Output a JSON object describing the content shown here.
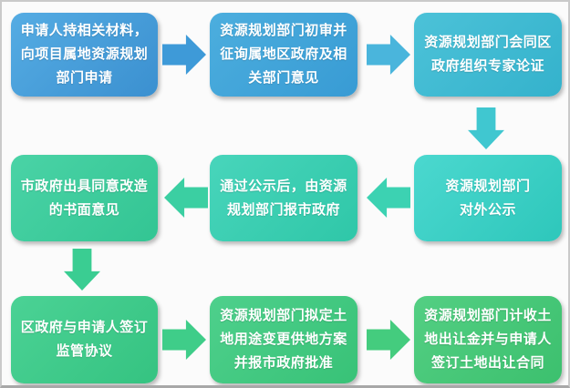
{
  "flowchart": {
    "description": "Serpentine 9-step approval process flowchart",
    "background_color": "#fbfbfb",
    "frame_border_color": "#cacaca",
    "text_color": "#ffffff",
    "steps": [
      {
        "id": 1,
        "lines": [
          "申请人持相关材料，",
          "向项目属地资源规划",
          "部门申请"
        ],
        "gradient": [
          "#55ace3",
          "#3b90d0"
        ]
      },
      {
        "id": 2,
        "lines": [
          "资源规划部门初审并",
          "征询属地区政府及相",
          "关部门意见"
        ],
        "gradient": [
          "#4caede",
          "#389bd4"
        ]
      },
      {
        "id": 3,
        "lines": [
          "资源规划部门会同区",
          "政府组织专家论证"
        ],
        "gradient": [
          "#4cc2d8",
          "#34b2cc"
        ]
      },
      {
        "id": 4,
        "lines": [
          "资源规划部门",
          "对外公示"
        ],
        "gradient": [
          "#4bd8cf",
          "#2ec7bb"
        ]
      },
      {
        "id": 5,
        "lines": [
          "通过公示后，由资源",
          "规划部门报市政府"
        ],
        "gradient": [
          "#48d5bb",
          "#2fc7a8"
        ]
      },
      {
        "id": 6,
        "lines": [
          "市政府出具同意改造",
          "的书面意见"
        ],
        "gradient": [
          "#4ad3a6",
          "#33c593"
        ]
      },
      {
        "id": 7,
        "lines": [
          "区政府与申请人签订",
          "监管协议"
        ],
        "gradient": [
          "#4bd295",
          "#35c381"
        ]
      },
      {
        "id": 8,
        "lines": [
          "资源规划部门拟定土",
          "地用途变更供地方案",
          "并报市政府批准"
        ],
        "gradient": [
          "#4ed08c",
          "#38c277"
        ]
      },
      {
        "id": 9,
        "lines": [
          "资源规划部门计收土",
          "地出让金并与申请人",
          "签订土地出让合同"
        ],
        "gradient": [
          "#53cf83",
          "#3cc06e"
        ]
      }
    ],
    "arrows": [
      {
        "from": 1,
        "to": 2,
        "direction": "right",
        "color": "#3e9ad8"
      },
      {
        "from": 2,
        "to": 3,
        "direction": "right",
        "color": "#4ab5dc"
      },
      {
        "from": 3,
        "to": 4,
        "direction": "down",
        "color": "#40c7d0"
      },
      {
        "from": 4,
        "to": 5,
        "direction": "left",
        "color": "#3cd2b2"
      },
      {
        "from": 5,
        "to": 6,
        "direction": "left",
        "color": "#3bcfa2"
      },
      {
        "from": 6,
        "to": 7,
        "direction": "down",
        "color": "#3acd92"
      },
      {
        "from": 7,
        "to": 8,
        "direction": "right",
        "color": "#3fcd89"
      },
      {
        "from": 8,
        "to": 9,
        "direction": "right",
        "color": "#44cc7e"
      }
    ]
  }
}
